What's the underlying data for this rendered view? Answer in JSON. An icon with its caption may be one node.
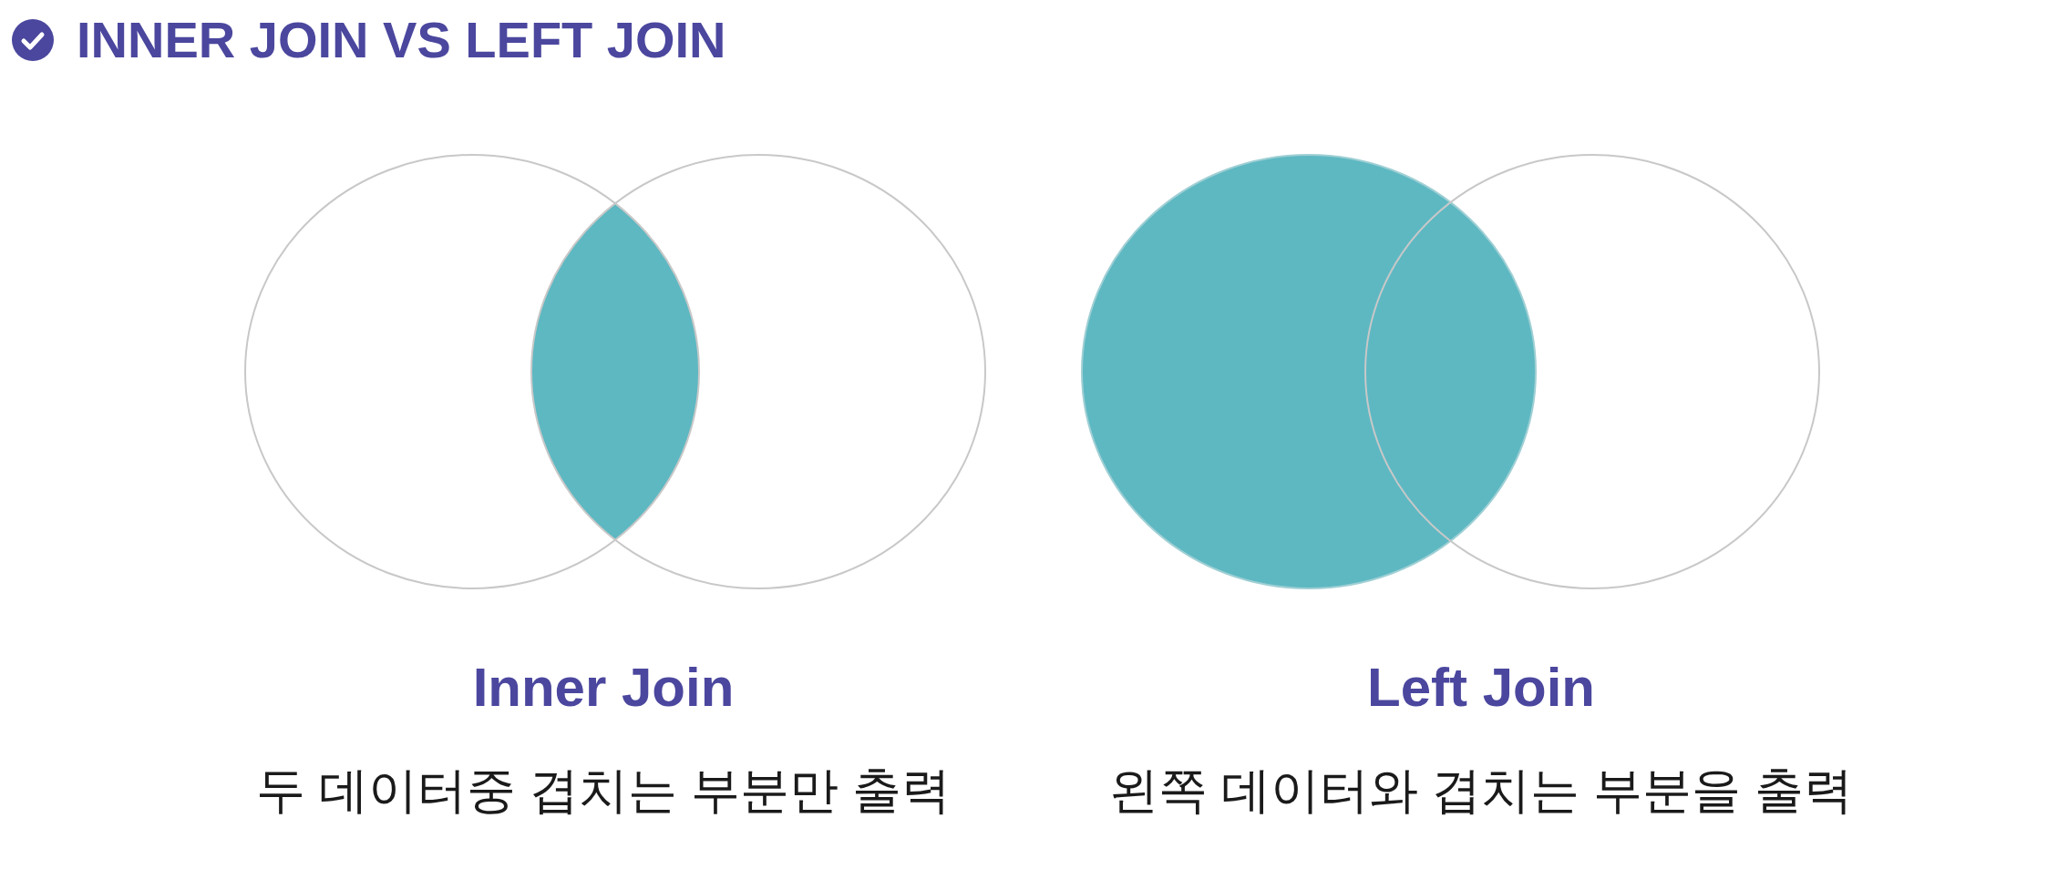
{
  "diagram": {
    "title": "INNER JOIN VS LEFT JOIN",
    "labels": [
      "Inner Join",
      "두 데이터중 겹치는 부분만 출력",
      "Left Join",
      "왼쪽 데이터와 겹치는 부분을 출력"
    ]
  }
}
